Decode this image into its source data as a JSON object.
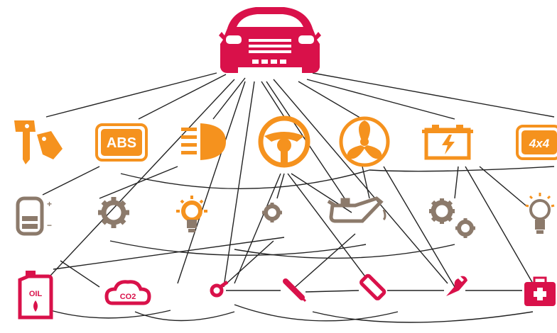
{
  "colors": {
    "car": "#d9114a",
    "accent": "#f5921e",
    "neutral": "#8c7a6b",
    "line": "#222222",
    "background": "#ffffff"
  },
  "nodes": {
    "car": {
      "icon": "car-front-icon"
    },
    "row1": [
      {
        "icon": "key-tag-icon"
      },
      {
        "icon": "abs-warning-icon",
        "label": "ABS"
      },
      {
        "icon": "headlight-icon"
      },
      {
        "icon": "steering-wheel-icon"
      },
      {
        "icon": "fan-icon"
      },
      {
        "icon": "battery-icon"
      },
      {
        "icon": "four-wheel-drive-icon",
        "label": "4x4"
      }
    ],
    "row2": [
      {
        "icon": "battery-cell-icon"
      },
      {
        "icon": "gear-icon"
      },
      {
        "icon": "light-bulb-icon"
      },
      {
        "icon": "small-gear-icon"
      },
      {
        "icon": "oil-can-icon"
      },
      {
        "icon": "double-gear-icon"
      },
      {
        "icon": "bulb-icon"
      }
    ],
    "row3": [
      {
        "icon": "oil-jerrycan-icon",
        "label": "OIL"
      },
      {
        "icon": "co2-cloud-icon",
        "label": "CO2"
      },
      {
        "icon": "spanner-ring-icon"
      },
      {
        "icon": "screwdriver-icon"
      },
      {
        "icon": "spark-plug-icon"
      },
      {
        "icon": "wrench-icon"
      },
      {
        "icon": "first-aid-kit-icon"
      }
    ]
  }
}
